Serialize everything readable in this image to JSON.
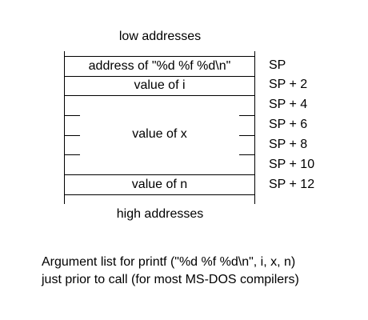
{
  "diagram": {
    "top_label": "low addresses",
    "bottom_label": "high addresses",
    "cells": [
      {
        "text": "address of \"%d %f %d\\n\""
      },
      {
        "text": "value of i"
      },
      {
        "text": "value of x"
      },
      {
        "text": "value of n"
      }
    ],
    "offsets": [
      "SP",
      "SP + 2",
      "SP + 4",
      "SP + 6",
      "SP + 8",
      "SP + 10",
      "SP + 12"
    ]
  },
  "caption": {
    "line1": "Argument list for printf (\"%d %f %d\\n\", i, x, n)",
    "line2": "just prior to call (for most MS-DOS compilers)"
  }
}
